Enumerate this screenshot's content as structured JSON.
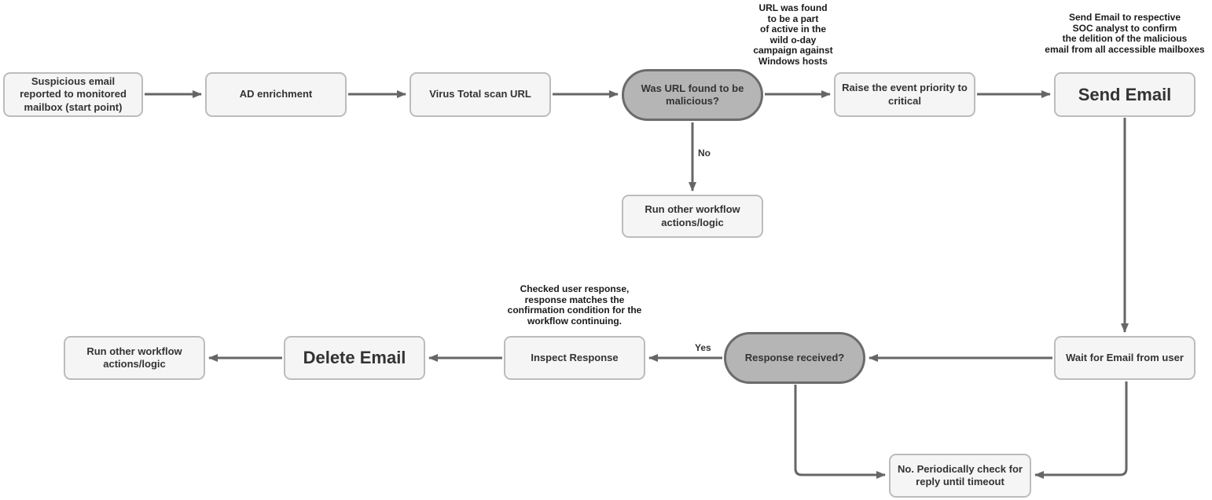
{
  "colors": {
    "background": "#ffffff",
    "node_fill": "#f5f5f5",
    "node_border": "#bcbcbc",
    "decision_fill": "#b5b5b5",
    "decision_border": "#6b6b6b",
    "arrow": "#666666",
    "text": "#333333"
  },
  "nodes": {
    "start": {
      "label": "Suspicious email reported to monitored mailbox (start point)"
    },
    "ad_enrichment": {
      "label": "AD enrichment"
    },
    "virus_total_scan": {
      "label": "Virus Total scan URL"
    },
    "url_malicious_decision": {
      "label": "Was URL found to be malicious?"
    },
    "raise_priority": {
      "label": "Raise the event priority to critical"
    },
    "send_email": {
      "label": "Send Email"
    },
    "run_other_workflow_top": {
      "label": "Run other workflow actions/logic"
    },
    "wait_for_email": {
      "label": "Wait for Email from user"
    },
    "response_received_decision": {
      "label": "Response received?"
    },
    "inspect_response": {
      "label": "Inspect Response"
    },
    "delete_email": {
      "label": "Delete Email"
    },
    "run_other_workflow_bottom": {
      "label": "Run other workflow actions/logic"
    },
    "periodic_check": {
      "label": "No. Periodically check for reply until timeout"
    }
  },
  "annotations": {
    "url_campaign_note": "URL was found\nto be a part\nof active in the\nwild o-day\ncampaign against\nWindows hosts",
    "send_email_note": "Send Email to respective\nSOC analyst to confirm\nthe delition of the malicious\nemail from all accessible mailboxes",
    "inspect_response_note": "Checked user response,\nresponse matches the\nconfirmation condition for the\nworkflow continuing."
  },
  "edge_labels": {
    "no": "No",
    "yes": "Yes"
  }
}
